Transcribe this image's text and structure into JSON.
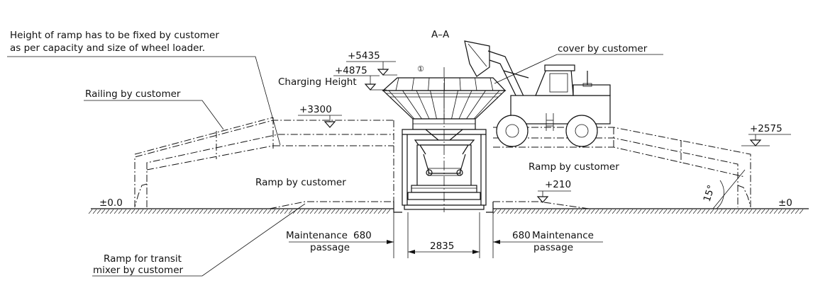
{
  "section_label": "A–A",
  "part_number": "①",
  "notes": {
    "ramp_height_line1": "Height of ramp has to be fixed by customer",
    "ramp_height_line2": "as per capacity and size of wheel loader.",
    "railing": "Railing by customer",
    "cover": "cover by customer",
    "charging_line1": "Charging",
    "charging_line2": "Height",
    "ramp_left": "Ramp by customer",
    "ramp_right": "Ramp by customer",
    "transit_line1": "Ramp for transit",
    "transit_line2": "mixer by customer",
    "maint_left_line1": "Maintenance",
    "maint_left_line2": "passage",
    "maint_right_line1": "Maintenance",
    "maint_right_line2": "passage"
  },
  "levels": {
    "top": "+5435",
    "charging": "+4875",
    "ramp_left": "+3300",
    "ramp_right": "+2575",
    "pit": "+210",
    "ground_left": "±0.0",
    "ground_right": "±0"
  },
  "dimensions": {
    "passage_left": "680",
    "passage_right": "680",
    "bin_width": "2835",
    "ramp_angle": "15°"
  }
}
